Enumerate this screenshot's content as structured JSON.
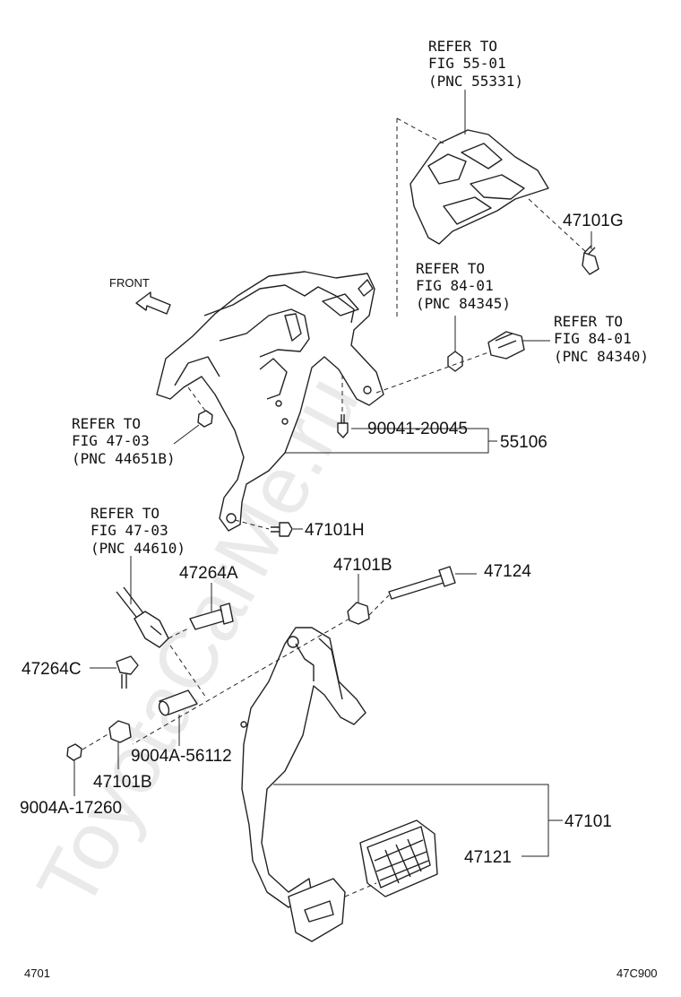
{
  "watermark": "ToyotaCarMe.ru",
  "front_label": "FRONT",
  "refs": {
    "r1": [
      "REFER TO",
      "FIG 55-01",
      "(PNC 55331)"
    ],
    "r2": [
      "REFER TO",
      "FIG 84-01",
      "(PNC 84345)"
    ],
    "r3": [
      "REFER TO",
      "FIG 84-01",
      "(PNC 84340)"
    ],
    "r4": [
      "REFER TO",
      "FIG 47-03",
      "(PNC 44651B)"
    ],
    "r5": [
      "REFER TO",
      "FIG 47-03",
      "(PNC 44610)"
    ]
  },
  "parts": {
    "p47101G": "47101G",
    "p90041": "90041-20045",
    "p55106": "55106",
    "p47101H": "47101H",
    "p47264A": "47264A",
    "p47101B_top": "47101B",
    "p47124": "47124",
    "p47264C": "47264C",
    "p9004A56112": "9004A-56112",
    "p47101B_bot": "47101B",
    "p9004A17260": "9004A-17260",
    "p47101": "47101",
    "p47121": "47121"
  },
  "footer": {
    "left": "4701",
    "right": "47C900"
  }
}
